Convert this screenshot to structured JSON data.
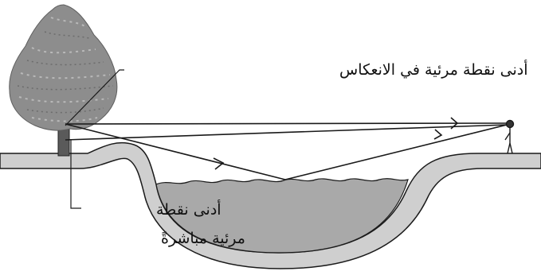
{
  "labels": {
    "reflection_lowest_point": "أدنى نقطة مرئية في الانعكاس",
    "direct_lowest_point_line1": "أدنى نقطة",
    "direct_lowest_point_line2": "مرئية مباشرةً"
  },
  "colors": {
    "ground_fill": "#cfcfcf",
    "water_fill": "#a9a9a9",
    "line": "#1a1a1a",
    "background": "#ffffff"
  }
}
